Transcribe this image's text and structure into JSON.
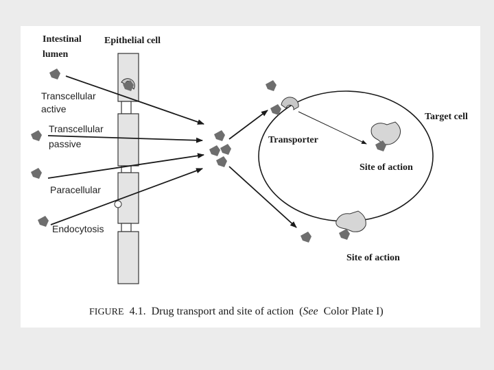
{
  "figure": {
    "header_lumen_line1": "Intestinal",
    "header_lumen_line2": "lumen",
    "header_epithelial": "Epithelial cell",
    "route_transcellular_active_line1": "Transcellular",
    "route_transcellular_active_line2": "active",
    "route_transcellular_passive_line1": "Transcellular",
    "route_transcellular_passive_line2": "passive",
    "route_paracellular": "Paracellular",
    "route_endocytosis": "Endocytosis",
    "label_target_cell": "Target cell",
    "label_transporter": "Transporter",
    "label_site_of_action_inner": "Site of action",
    "label_site_of_action_outer": "Site of action"
  },
  "caption": {
    "figure_word": "FIGURE",
    "number": "4.1.",
    "text": "Drug transport and site of action",
    "paren_open": "(",
    "see": "See",
    "plate": "Color Plate I)"
  },
  "colors": {
    "drug": "#6e6e6e",
    "cell_fill": "#e4e4e4",
    "transporter_fill": "#c8c8c8",
    "receptor_fill": "#d6d6d6",
    "ink": "#1a1a1a"
  },
  "icons": {
    "drug_molecule": "drug-molecule-icon",
    "transporter": "transporter-icon",
    "receptor": "receptor-icon",
    "vesicle": "endocytosis-vesicle-icon"
  }
}
